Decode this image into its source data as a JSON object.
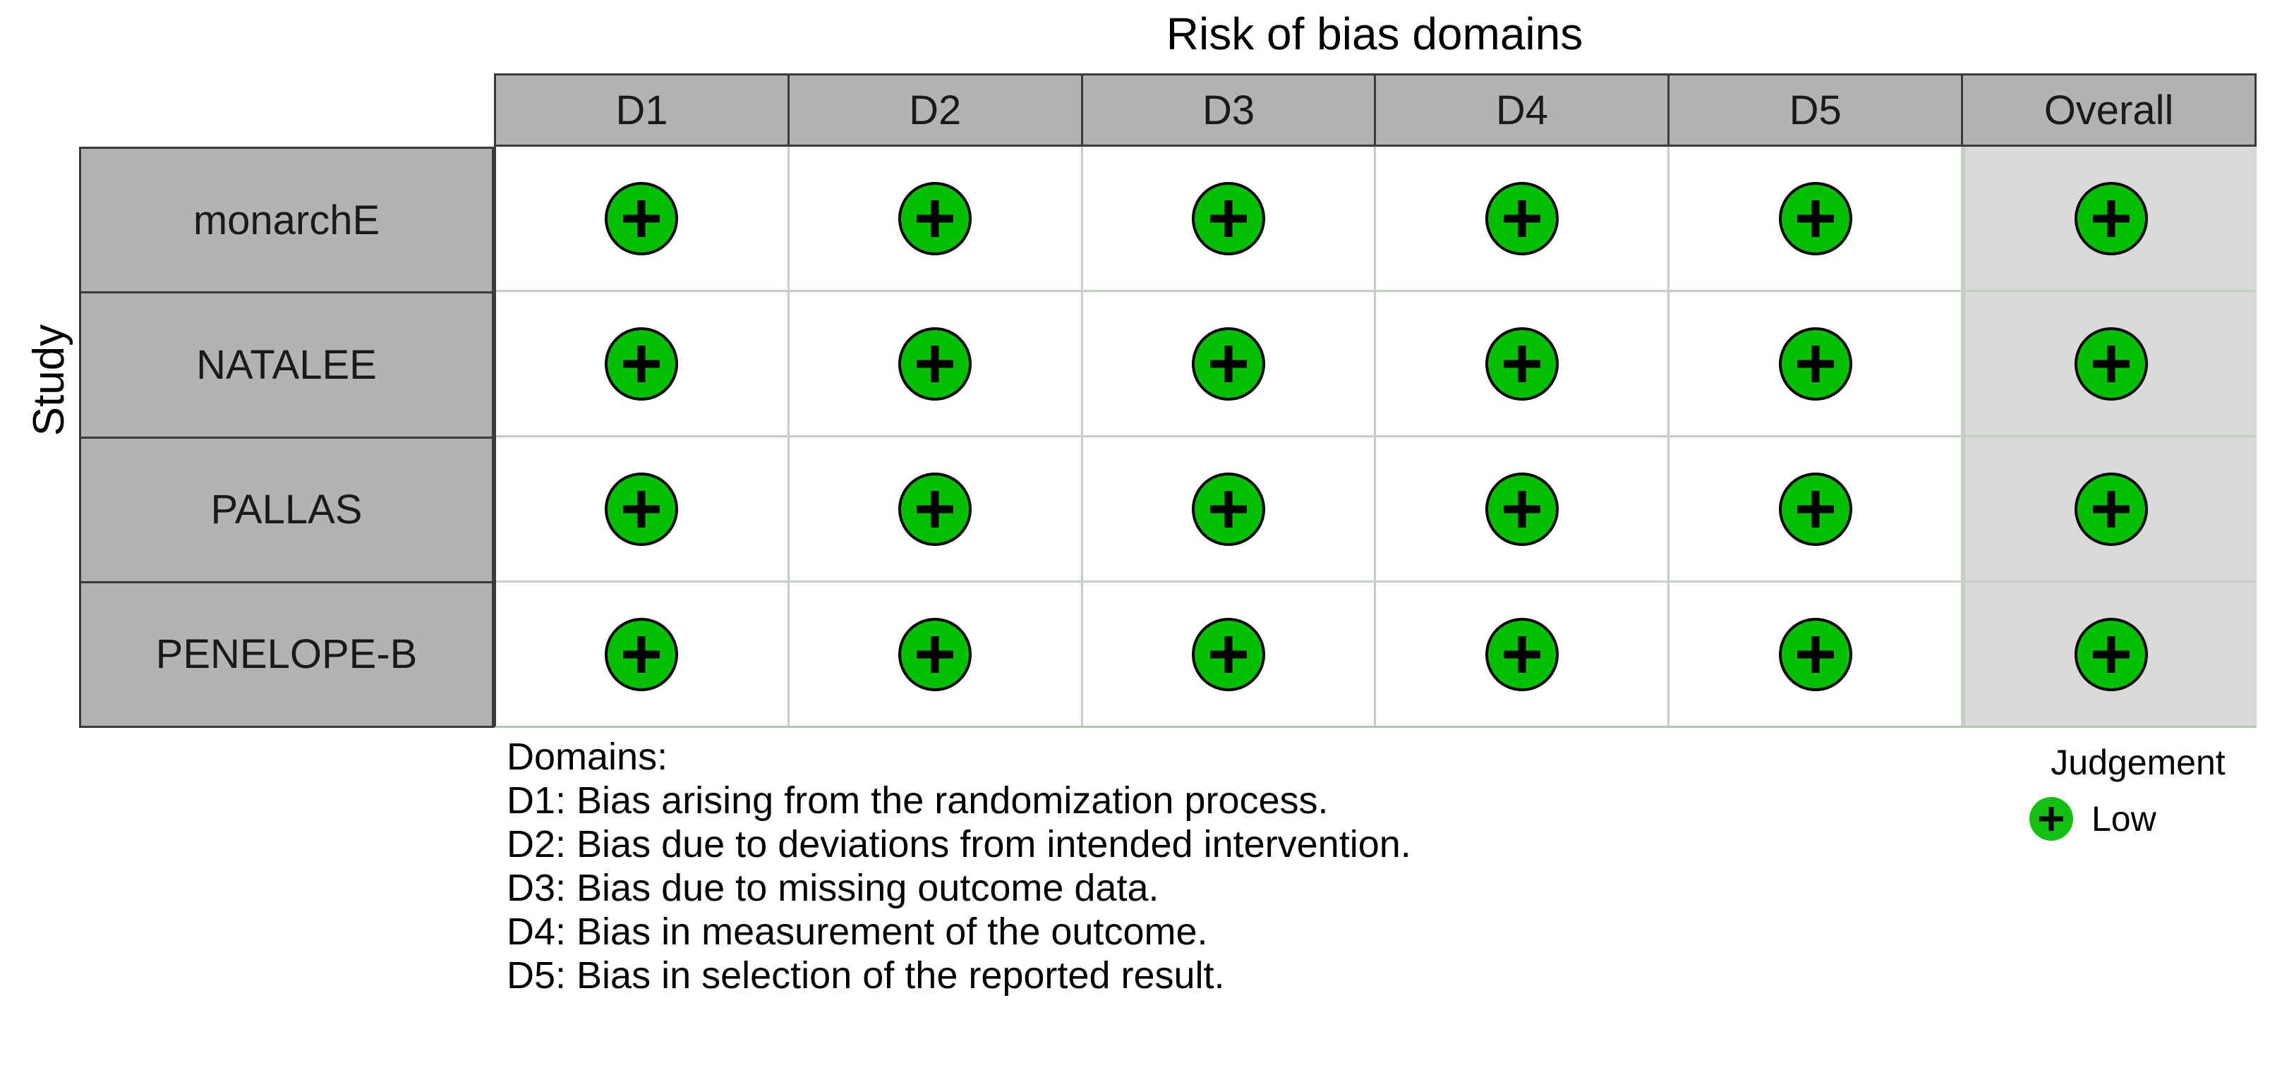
{
  "title": "Risk of bias domains",
  "axis": {
    "y_label": "Study"
  },
  "colors": {
    "low_green": "#02C000",
    "header_gray": "#B3B3B3",
    "overall_gray": "#D9D9D9",
    "grid_line": "#C3CFC3",
    "border_dark": "#3A3A3A"
  },
  "table": {
    "column_headers": [
      "D1",
      "D2",
      "D3",
      "D4",
      "D5",
      "Overall"
    ],
    "row_headers": [
      "monarchE",
      "NATALEE",
      "PALLAS",
      "PENELOPE-B"
    ]
  },
  "domain_key": {
    "heading": "Domains:",
    "lines": [
      "D1: Bias arising from the randomization process.",
      "D2: Bias due to deviations from intended intervention.",
      "D3: Bias due to missing outcome data.",
      "D4: Bias in measurement of the outcome.",
      "D5: Bias in selection of the reported result."
    ]
  },
  "judgement_legend": {
    "title": "Judgement",
    "entries": [
      {
        "symbol": "+",
        "label": "Low"
      }
    ]
  },
  "chart_data": {
    "type": "heatmap",
    "title": "Risk of bias domains",
    "xlabel": "Risk of bias domains",
    "ylabel": "Study",
    "categories": [
      "D1",
      "D2",
      "D3",
      "D4",
      "D5",
      "Overall"
    ],
    "rows": [
      "monarchE",
      "NATALEE",
      "PALLAS",
      "PENELOPE-B"
    ],
    "legend": {
      "position": "right",
      "entries": [
        "Low"
      ]
    },
    "grid": true,
    "series": [
      {
        "name": "monarchE",
        "values": [
          "Low",
          "Low",
          "Low",
          "Low",
          "Low",
          "Low"
        ]
      },
      {
        "name": "NATALEE",
        "values": [
          "Low",
          "Low",
          "Low",
          "Low",
          "Low",
          "Low"
        ]
      },
      {
        "name": "PALLAS",
        "values": [
          "Low",
          "Low",
          "Low",
          "Low",
          "Low",
          "Low"
        ]
      },
      {
        "name": "PENELOPE-B",
        "values": [
          "Low",
          "Low",
          "Low",
          "Low",
          "Low",
          "Low"
        ]
      }
    ],
    "symbols": {
      "Low": "+"
    }
  }
}
